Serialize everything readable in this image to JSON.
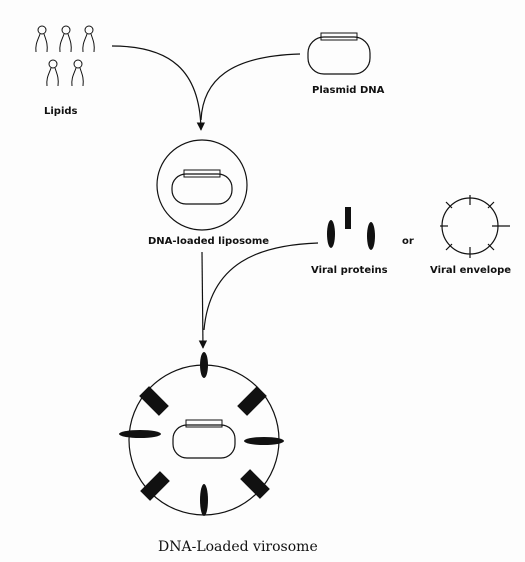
{
  "labels": {
    "lipids": "Lipids",
    "plasmid_dna": "Plasmid DNA",
    "dna_loaded_liposome": "DNA-loaded liposome",
    "or": "or",
    "viral_proteins": "Viral proteins",
    "viral_envelope": "Viral envelope",
    "dna_loaded_virosome": "DNA-Loaded virosome"
  }
}
